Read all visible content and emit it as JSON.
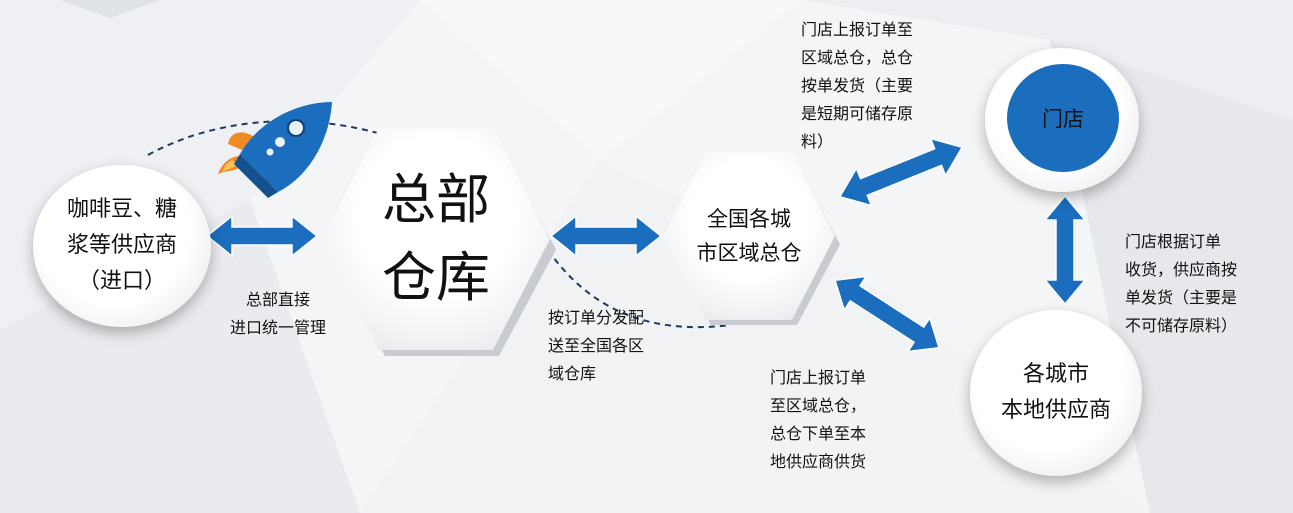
{
  "nodes": {
    "supplier": "咖啡豆、糖\n浆等供应商\n（进口）",
    "hq": "总部\n仓库",
    "warehouse": "全国各城\n市区域总仓",
    "store": "门店",
    "local_supplier": "各城市\n本地供应商"
  },
  "labels": {
    "hq_import": "总部直接\n进口统一管理",
    "distribute": "按订单分发配\n送至全国各区\n域仓库",
    "store_order": "门店上报订单至\n区域总仓，总仓\n按单发货（主要\n是短期可储存原\n料）",
    "local_order": "门店上报订单\n至区域总仓，\n总仓下单至本\n地供应商供货",
    "store_receive": "门店根据订单\n收货，供应商按\n单发货（主要是\n不可储存原料）"
  },
  "colors": {
    "arrow_blue": "#1b6dbe",
    "store_blue": "#1b6dbe",
    "dashed_line": "#1f3a5f"
  }
}
